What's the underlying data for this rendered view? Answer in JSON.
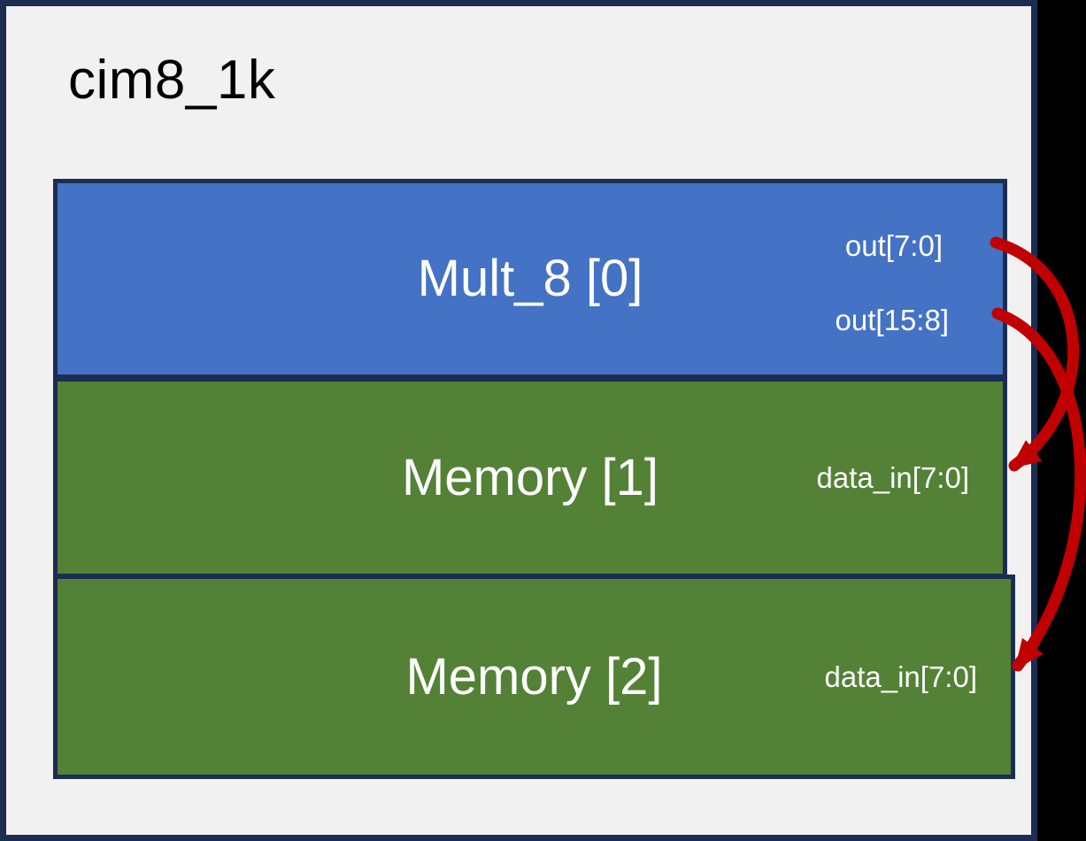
{
  "diagram": {
    "title": "cim8_1k",
    "blocks": [
      {
        "id": "mult8_0",
        "label": "Mult_8 [0]",
        "type": "multiplier",
        "fill": "#4472C4",
        "ports": [
          "out[7:0]",
          "out[15:8]"
        ]
      },
      {
        "id": "memory_1",
        "label": "Memory [1]",
        "type": "memory",
        "fill": "#538135",
        "ports": [
          "data_in[7:0]"
        ]
      },
      {
        "id": "memory_2",
        "label": "Memory [2]",
        "type": "memory",
        "fill": "#538135",
        "ports": [
          "data_in[7:0]"
        ]
      }
    ],
    "connections": [
      {
        "from": "mult8_0.out[7:0]",
        "to": "memory_1.data_in[7:0]"
      },
      {
        "from": "mult8_0.out[15:8]",
        "to": "memory_2.data_in[7:0]"
      }
    ],
    "colors": {
      "slide_background": "#F1F1F2",
      "outer_background": "#000000",
      "border_navy": "#1B2E51",
      "block_blue": "#4472C4",
      "block_green": "#538135",
      "arrow_red": "#C00000",
      "title_text": "#000000",
      "block_text": "#FFFFFF"
    }
  }
}
